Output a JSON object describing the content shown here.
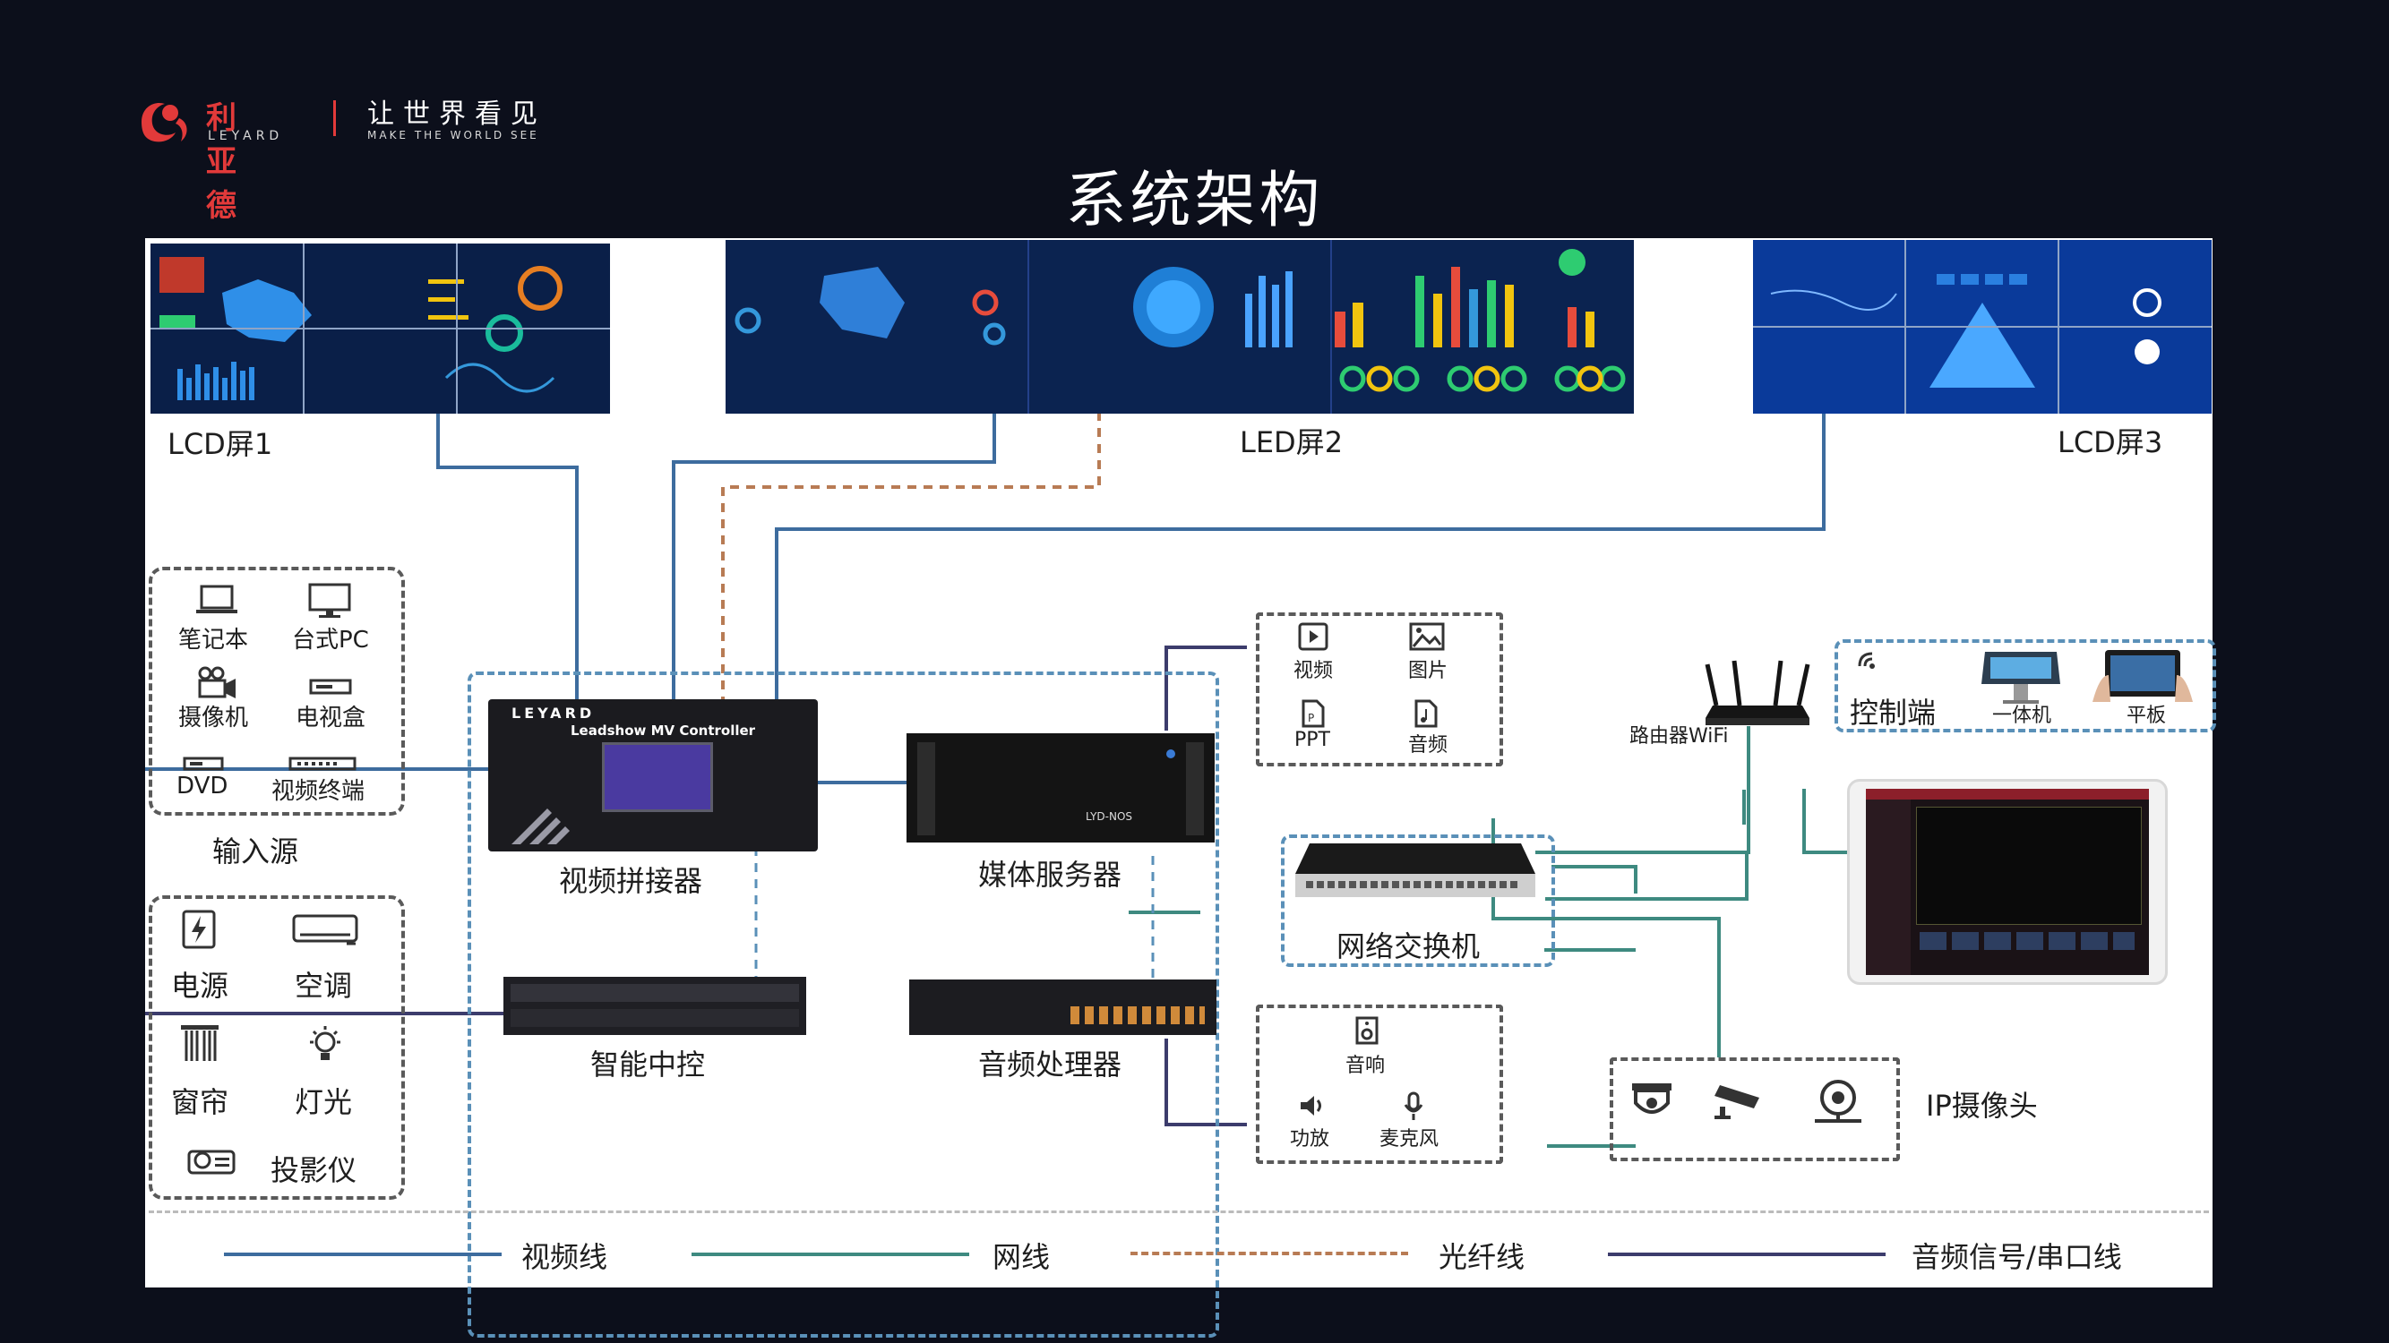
{
  "header": {
    "logo_cn": "利亚德",
    "logo_en": "LEYARD",
    "slogan_cn": "让世界看见",
    "slogan_en": "MAKE THE WORLD SEE",
    "title": "系统架构"
  },
  "screens": {
    "lcd1": "LCD屏1",
    "led2": "LED屏2",
    "lcd3": "LCD屏3"
  },
  "input_sources": {
    "items": [
      "笔记本",
      "台式PC",
      "摄像机",
      "电视盒",
      "DVD",
      "视频终端"
    ],
    "label": "输入源"
  },
  "controlled_devices": {
    "items": [
      "电源",
      "空调",
      "窗帘",
      "灯光",
      "投影仪"
    ]
  },
  "devices": {
    "splicer": "视频拼接器",
    "splicer_brand": "LEYARD",
    "splicer_model": "Leadshow MV Controller",
    "media_server": "媒体服务器",
    "media_server_model": "LYD-NOS",
    "central_control": "智能中控",
    "audio_processor": "音频处理器",
    "switch": "网络交换机",
    "router": "路由器WiFi"
  },
  "media": {
    "items": [
      "视频",
      "图片",
      "PPT",
      "音频"
    ]
  },
  "audio": {
    "items": [
      "音响",
      "功放",
      "麦克风"
    ]
  },
  "control": {
    "items": [
      "控制端",
      "一体机",
      "平板"
    ]
  },
  "ip_camera": {
    "label": "IP摄像头"
  },
  "legend": [
    {
      "label": "视频线",
      "color": "#3d6c9e",
      "style": "solid"
    },
    {
      "label": "网线",
      "color": "#3e8a80",
      "style": "solid"
    },
    {
      "label": "光纤线",
      "color": "#b87b54",
      "style": "dashed"
    },
    {
      "label": "音频信号/串口线",
      "color": "#3c3c6c",
      "style": "solid"
    }
  ],
  "colors": {
    "video_line": "#3d6c9e",
    "network_line": "#3e8a80",
    "fiber_line": "#b87b54",
    "audio_line": "#3c3c6c",
    "brand": "#e23a3a"
  }
}
